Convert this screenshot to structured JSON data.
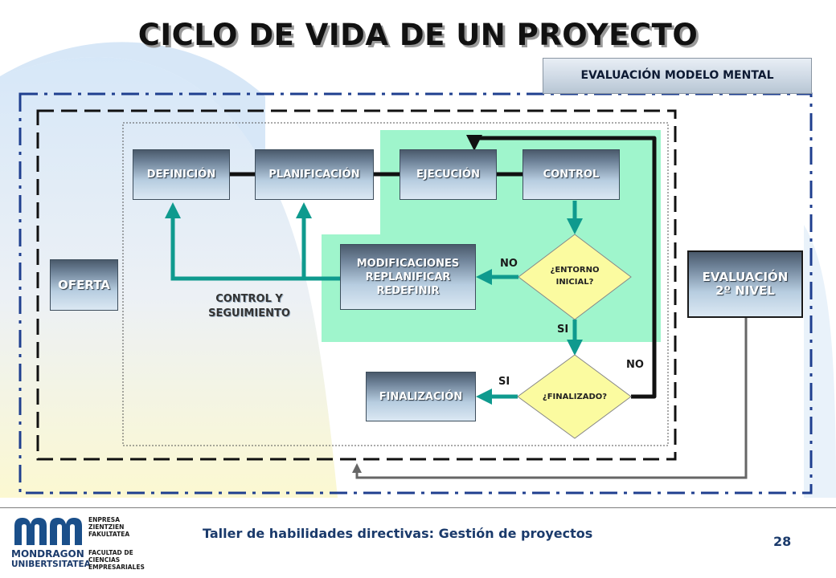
{
  "title": "CICLO DE VIDA DE UN PROYECTO",
  "evaluacion_modelo_mental": "EVALUACIÓN MODELO MENTAL",
  "evaluacion_2": {
    "line1": "EVALUACIÓN",
    "line2": "2º NIVEL"
  },
  "oferta": "OFERTA",
  "steps": {
    "definicion": "DEFINICIÓN",
    "planificacion": "PLANIFICACIÓN",
    "ejecucion": "EJECUCIÓN",
    "control": "CONTROL",
    "finalizacion": "FINALIZACIÓN"
  },
  "modificaciones": {
    "line1": "MODIFICACIONES",
    "line2": "REPLANIFICAR",
    "line3": "REDEFINIR"
  },
  "decisions": {
    "entorno": {
      "line1": "¿ENTORNO",
      "line2": "INICIAL?"
    },
    "finalizado": "¿FINALIZADO?"
  },
  "labels": {
    "no_entorno": "NO",
    "si_entorno": "SI",
    "si_finalizado": "SI",
    "no_finalizado": "NO",
    "control_seguimiento": {
      "line1": "CONTROL Y",
      "line2": "SEGUIMIENTO"
    }
  },
  "footer": {
    "text": "Taller de habilidades directivas: Gestión de proyectos",
    "page": "28",
    "logo": {
      "name1": "MONDRAGON",
      "name2": "UNIBERTSITATEA",
      "side1": [
        "ENPRESA",
        "ZIENTZIEN",
        "FAKULTATEA"
      ],
      "side2": [
        "FACULTAD DE",
        "CIENCIAS",
        "EMPRESARIALES"
      ]
    }
  },
  "colors": {
    "green_zone": "#9ff5cc",
    "teal_arrow": "#0f9a8e",
    "frame_blue": "#1f3f8f",
    "diamond": "#fbfba0"
  }
}
